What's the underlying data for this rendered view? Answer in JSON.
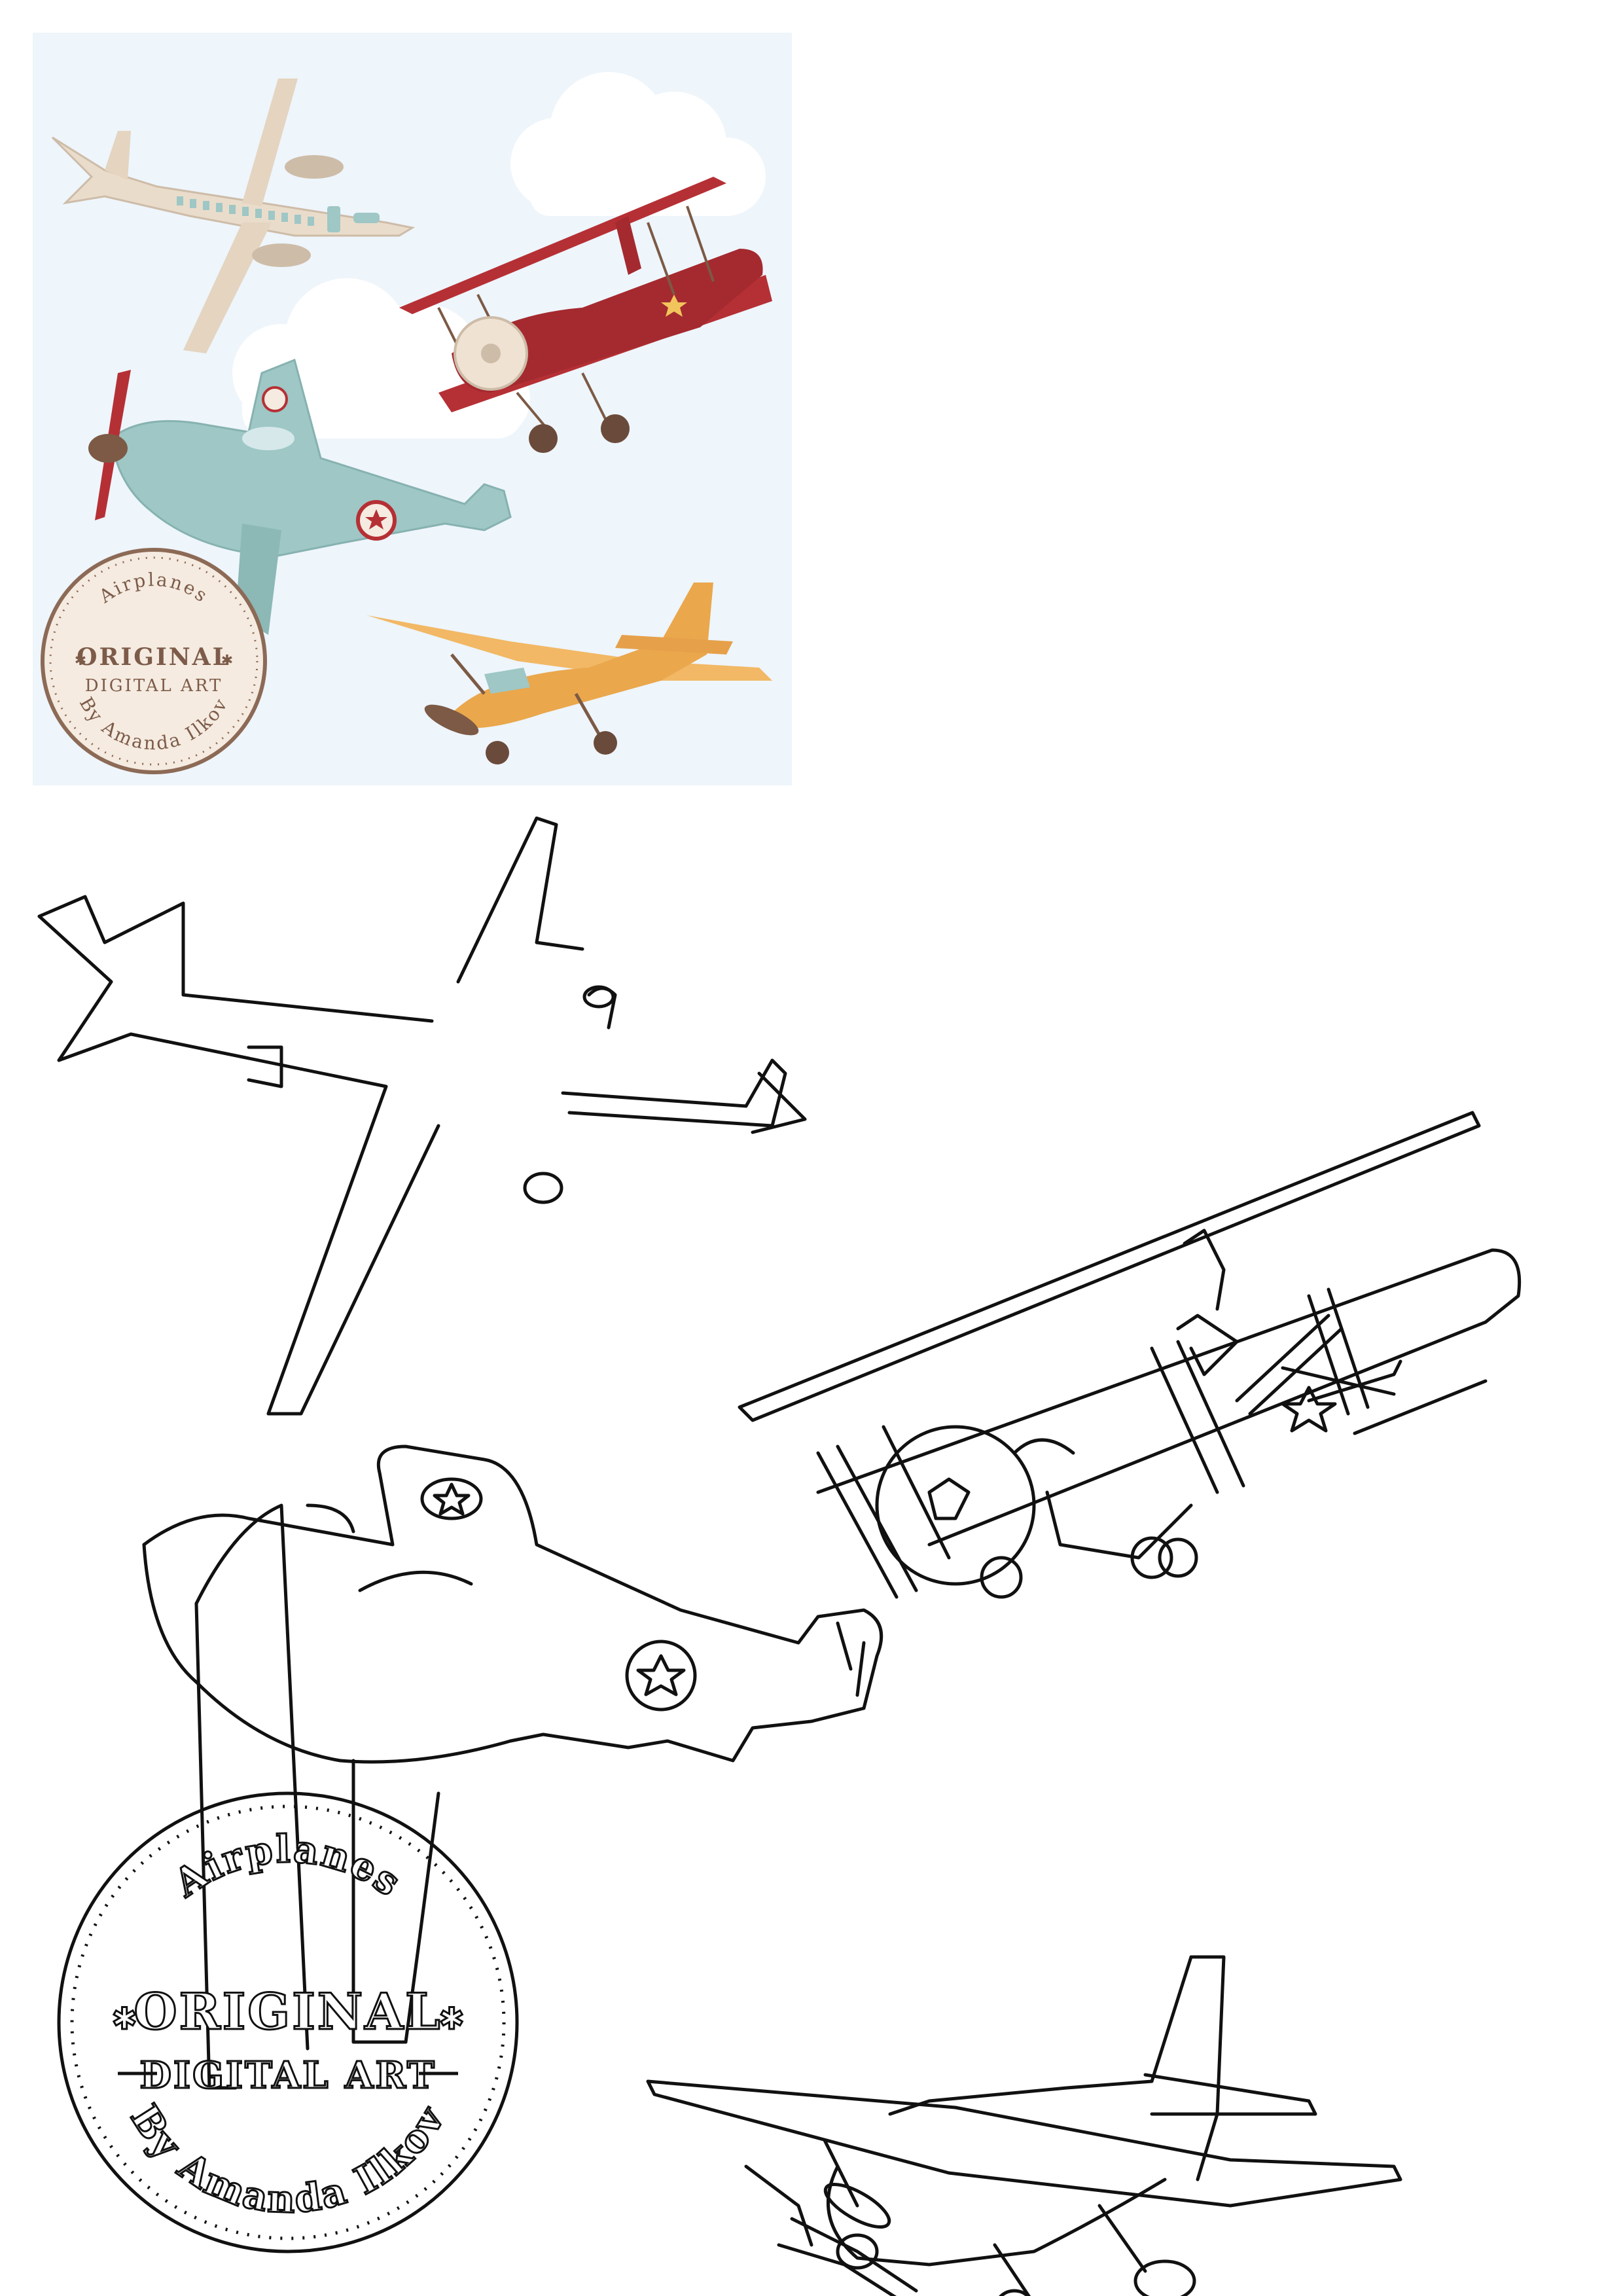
{
  "stamp": {
    "top_text": "Airplanes",
    "main_text": "ORIGINAL",
    "sub_text": "DIGITAL ART",
    "bottom_text": "By Amanda Ilkov"
  },
  "colors": {
    "sky": "#eef5fb",
    "cloud": "#ffffff",
    "jet": "#eadccb",
    "biplane": "#b53035",
    "fighter": "#9ec7c5",
    "cessna": "#f2b865",
    "stamp_fill": "#f5ebe0",
    "stamp_ring": "#8c6a56",
    "stamp_text": "#7d5b49",
    "outline": "#111111"
  },
  "icons": [
    "jet-airliner-icon",
    "biplane-icon",
    "fighter-plane-icon",
    "cessna-plane-icon",
    "original-stamp-icon"
  ]
}
